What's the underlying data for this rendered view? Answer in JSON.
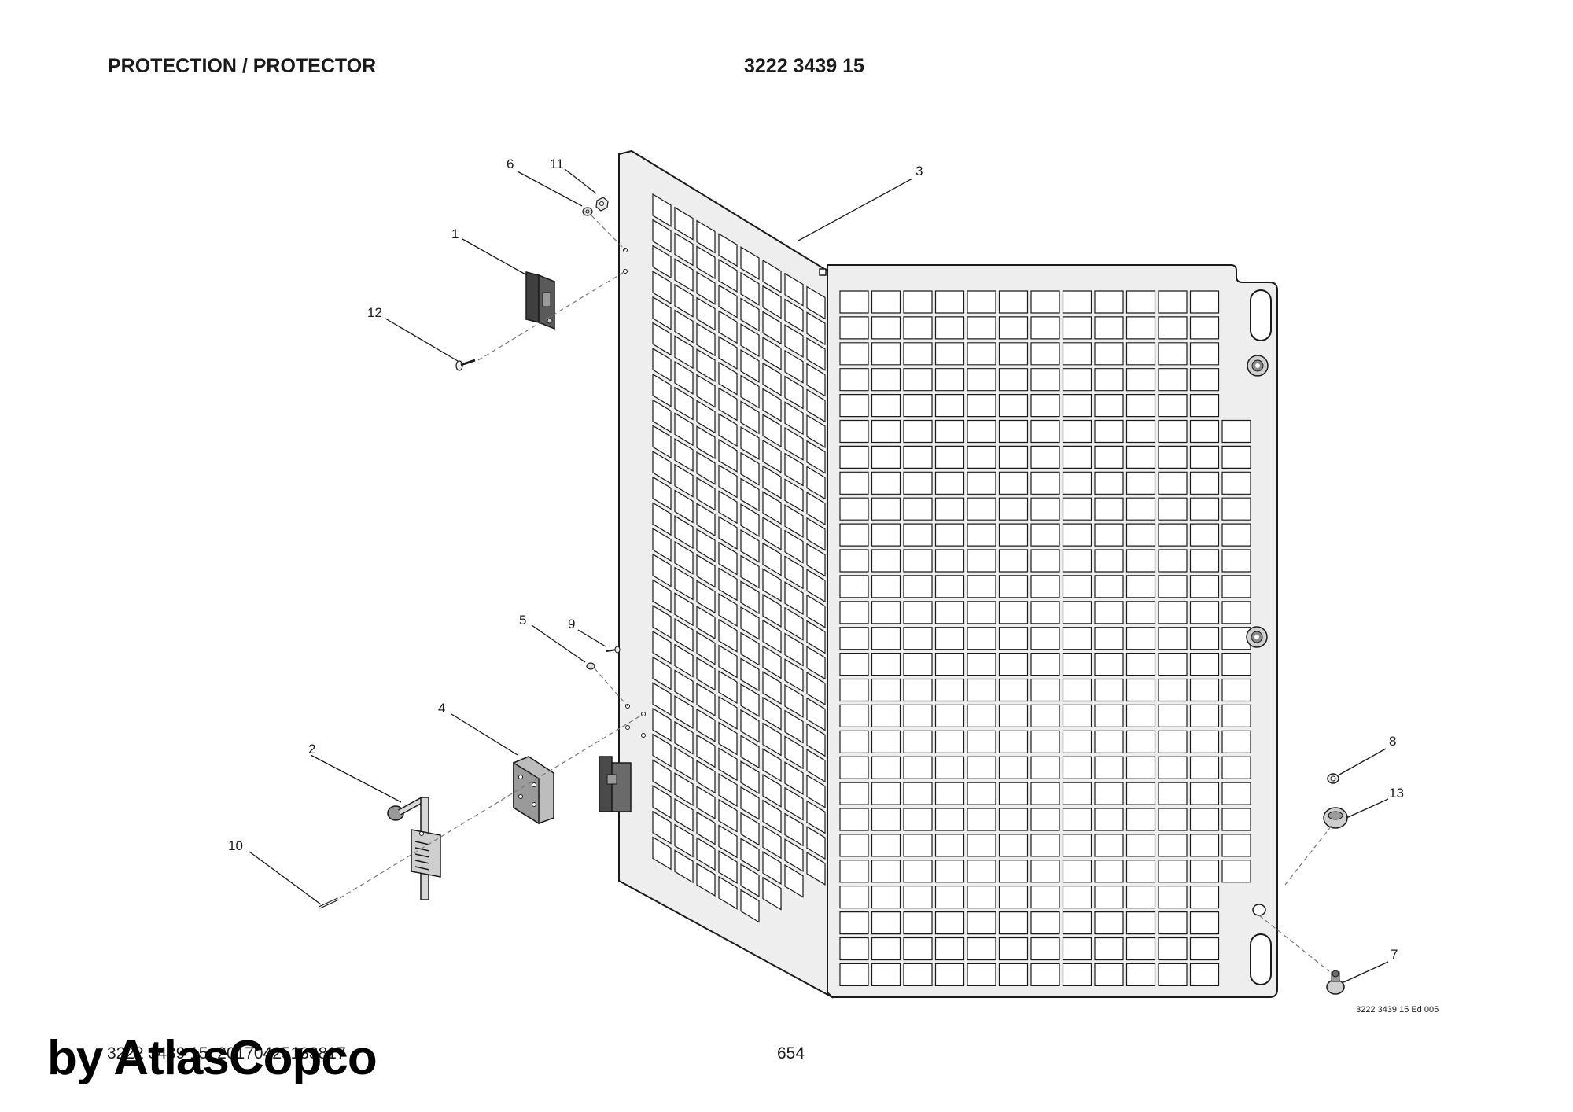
{
  "header": {
    "title": "PROTECTION / PROTECTOR",
    "document_number": "3222 3439 15"
  },
  "callouts": [
    {
      "id": "1",
      "label": "1"
    },
    {
      "id": "2",
      "label": "2"
    },
    {
      "id": "3",
      "label": "3"
    },
    {
      "id": "4",
      "label": "4"
    },
    {
      "id": "5",
      "label": "5"
    },
    {
      "id": "6",
      "label": "6"
    },
    {
      "id": "7",
      "label": "7"
    },
    {
      "id": "8",
      "label": "8"
    },
    {
      "id": "9",
      "label": "9"
    },
    {
      "id": "10",
      "label": "10"
    },
    {
      "id": "11",
      "label": "11"
    },
    {
      "id": "12",
      "label": "12"
    },
    {
      "id": "13",
      "label": "13"
    }
  ],
  "edition_label": "3222 3439 15 Ed 005",
  "footer": {
    "drawing_id": "3222 3439 15_20170425133817",
    "page_number": "654"
  },
  "brand": "by AtlasCopco",
  "colors": {
    "line": "#1a1a1a",
    "panel_fill": "#eeeeee",
    "part_dark": "#4a4a4a",
    "part_mid": "#9a9a9a"
  }
}
